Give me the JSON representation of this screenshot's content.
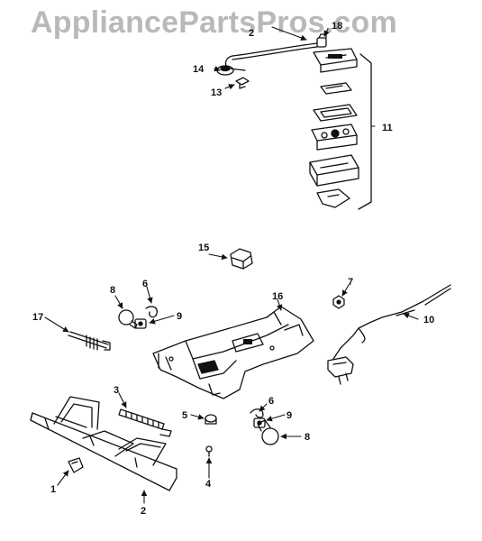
{
  "watermark": "AppliancePartsPros.com",
  "callouts": {
    "c1": "1",
    "c2a": "2",
    "c2b": "2",
    "c3": "3",
    "c4": "4",
    "c5": "5",
    "c6a": "6",
    "c6b": "6",
    "c7": "7",
    "c8a": "8",
    "c8b": "8",
    "c9a": "9",
    "c9b": "9",
    "c10": "10",
    "c11": "11",
    "c13": "13",
    "c14": "14",
    "c15": "15",
    "c16": "16",
    "c17": "17",
    "c18": "18"
  }
}
